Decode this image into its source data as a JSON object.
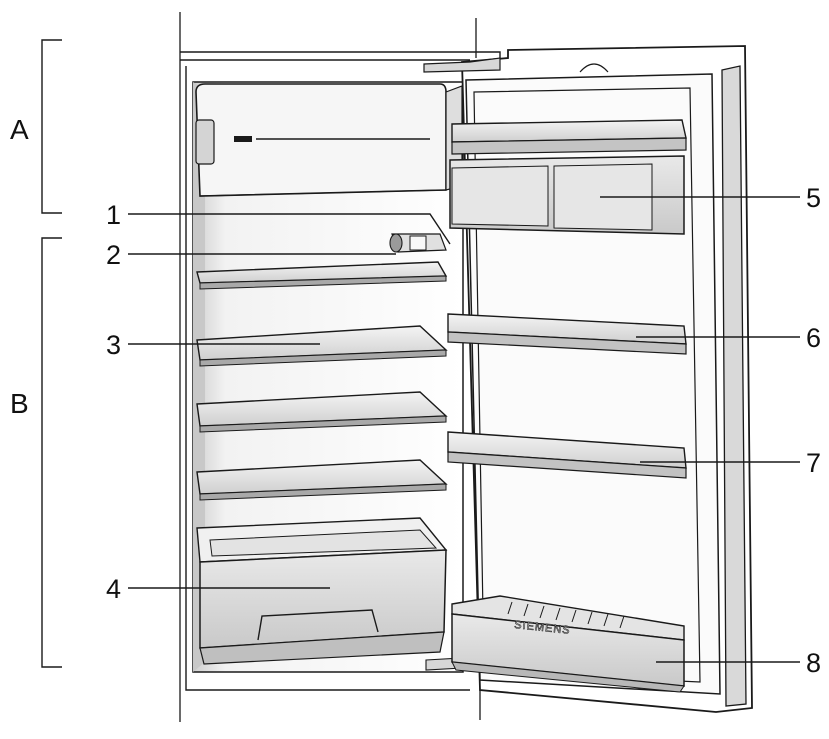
{
  "sections": [
    {
      "id": "A",
      "text": "A"
    },
    {
      "id": "B",
      "text": "B"
    }
  ],
  "callouts": [
    {
      "id": "1",
      "text": "1"
    },
    {
      "id": "2",
      "text": "2"
    },
    {
      "id": "3",
      "text": "3"
    },
    {
      "id": "4",
      "text": "4"
    },
    {
      "id": "5",
      "text": "5"
    },
    {
      "id": "6",
      "text": "6"
    },
    {
      "id": "7",
      "text": "7"
    },
    {
      "id": "8",
      "text": "8"
    }
  ],
  "brand_logo": "SIEMENS",
  "colors": {
    "line": "#1a1a1a",
    "shade_light": "#ececec",
    "shade_mid": "#d9d9d9",
    "shade_dark": "#bdbdbd",
    "background": "#ffffff"
  }
}
